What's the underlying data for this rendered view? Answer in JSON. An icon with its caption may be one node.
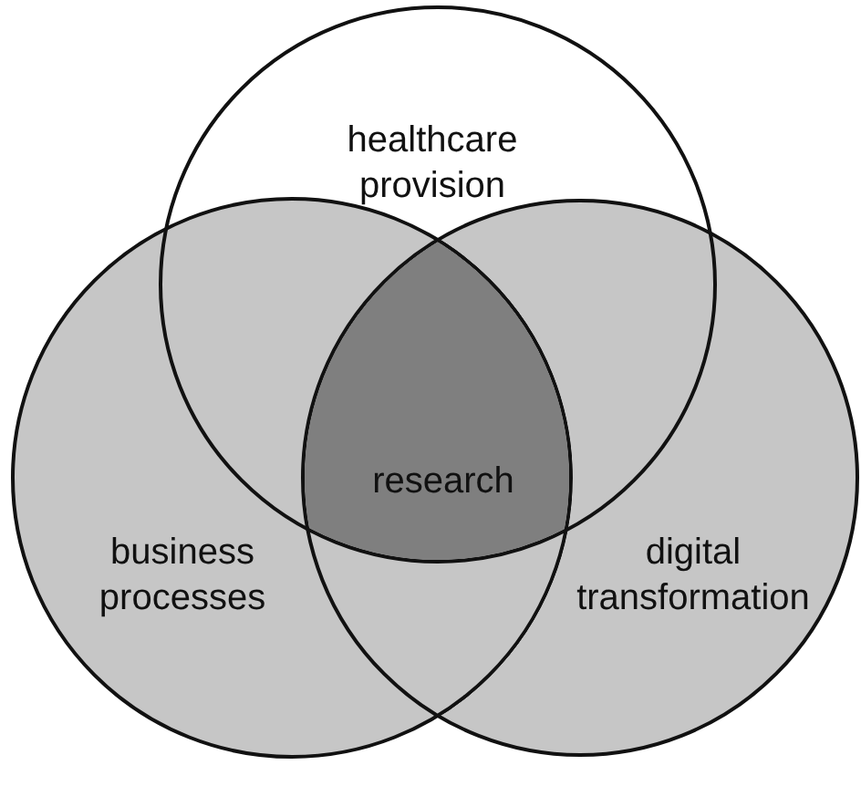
{
  "diagram": {
    "nodes": [
      {
        "text": [
          "healthcare provision"
        ]
      },
      {
        "text": [
          "research"
        ]
      },
      {
        "text": [
          "business processes"
        ]
      },
      {
        "text": [
          "digital transformation"
        ]
      }
    ]
  }
}
